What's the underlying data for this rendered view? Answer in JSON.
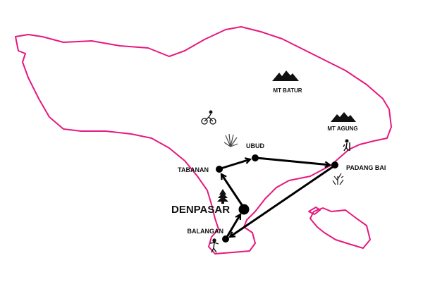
{
  "colors": {
    "coast": "#e6187f",
    "route": "#000000"
  },
  "places": {
    "denpasar": "DENPASAR",
    "tabanan": "TABANAN",
    "ubud": "UBUD",
    "padang_bai": "PADANG BAI",
    "balangan": "BALANGAN"
  },
  "mountains": {
    "batur": "MT BATUR",
    "agung": "MT AGUNG"
  },
  "icons": [
    "mountain-icon",
    "cyclist-icon",
    "plant-icon",
    "hiker-icon",
    "coral-icon",
    "temple-icon",
    "dancer-icon"
  ]
}
